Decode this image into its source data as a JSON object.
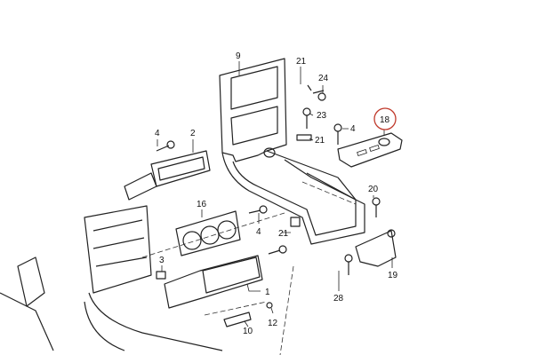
{
  "diagram": {
    "highlight_color": "#c0392b",
    "highlighted_part": "18",
    "callouts": [
      {
        "id": "c9",
        "label": "9"
      },
      {
        "id": "c21a",
        "label": "21"
      },
      {
        "id": "c24",
        "label": "24"
      },
      {
        "id": "c23",
        "label": "23"
      },
      {
        "id": "c21b",
        "label": "21"
      },
      {
        "id": "c4a",
        "label": "4"
      },
      {
        "id": "c18",
        "label": "18"
      },
      {
        "id": "c4b",
        "label": "4"
      },
      {
        "id": "c2",
        "label": "2"
      },
      {
        "id": "c20",
        "label": "20"
      },
      {
        "id": "c16",
        "label": "16"
      },
      {
        "id": "c4c",
        "label": "4"
      },
      {
        "id": "c21c",
        "label": "21"
      },
      {
        "id": "c3",
        "label": "3"
      },
      {
        "id": "c1",
        "label": "1"
      },
      {
        "id": "c12",
        "label": "12"
      },
      {
        "id": "c10",
        "label": "10"
      },
      {
        "id": "c28",
        "label": "28"
      },
      {
        "id": "c19",
        "label": "19"
      }
    ]
  }
}
